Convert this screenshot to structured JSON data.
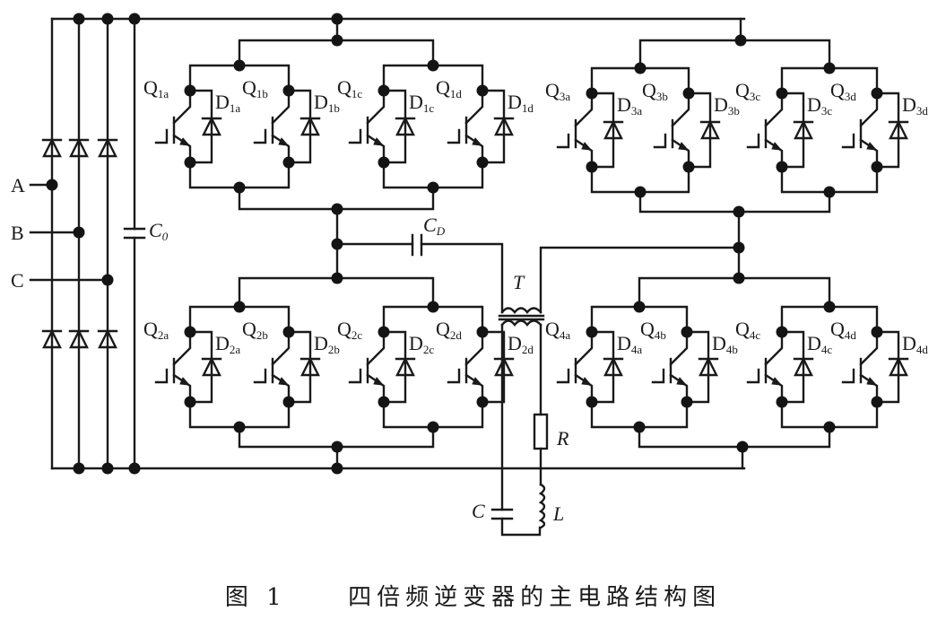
{
  "diagram": {
    "title": "Four-times-frequency inverter main circuit",
    "caption": {
      "figure_label": "图 1",
      "text": "四倍频逆变器的主电路结构图"
    },
    "inputs": [
      {
        "label": "A"
      },
      {
        "label": "B"
      },
      {
        "label": "C"
      }
    ],
    "dc_link_capacitor": {
      "label": "C",
      "subscript": "0"
    },
    "blocking_capacitor": {
      "label": "C",
      "subscript": "D"
    },
    "transformer": {
      "label": "T"
    },
    "load": {
      "resistor": {
        "label": "R"
      },
      "capacitor": {
        "label": "C"
      },
      "inductor": {
        "label": "L"
      }
    },
    "bridges": [
      {
        "id": "1",
        "switches": [
          {
            "q": "Q",
            "qs": "1a",
            "d": "D",
            "ds": "1a"
          },
          {
            "q": "Q",
            "qs": "1b",
            "d": "D",
            "ds": "1b"
          },
          {
            "q": "Q",
            "qs": "1c",
            "d": "D",
            "ds": "1c"
          },
          {
            "q": "Q",
            "qs": "1d",
            "d": "D",
            "ds": "1d"
          }
        ]
      },
      {
        "id": "3",
        "switches": [
          {
            "q": "Q",
            "qs": "3a",
            "d": "D",
            "ds": "3a"
          },
          {
            "q": "Q",
            "qs": "3b",
            "d": "D",
            "ds": "3b"
          },
          {
            "q": "Q",
            "qs": "3c",
            "d": "D",
            "ds": "3c"
          },
          {
            "q": "Q",
            "qs": "3d",
            "d": "D",
            "ds": "3d"
          }
        ]
      },
      {
        "id": "2",
        "switches": [
          {
            "q": "Q",
            "qs": "2a",
            "d": "D",
            "ds": "2a"
          },
          {
            "q": "Q",
            "qs": "2b",
            "d": "D",
            "ds": "2b"
          },
          {
            "q": "Q",
            "qs": "2c",
            "d": "D",
            "ds": "2c"
          },
          {
            "q": "Q",
            "qs": "2d",
            "d": "D",
            "ds": "2d"
          }
        ]
      },
      {
        "id": "4",
        "switches": [
          {
            "q": "Q",
            "qs": "4a",
            "d": "D",
            "ds": "4a"
          },
          {
            "q": "Q",
            "qs": "4b",
            "d": "D",
            "ds": "4b"
          },
          {
            "q": "Q",
            "qs": "4c",
            "d": "D",
            "ds": "4c"
          },
          {
            "q": "Q",
            "qs": "4d",
            "d": "D",
            "ds": "4d"
          }
        ]
      }
    ]
  }
}
